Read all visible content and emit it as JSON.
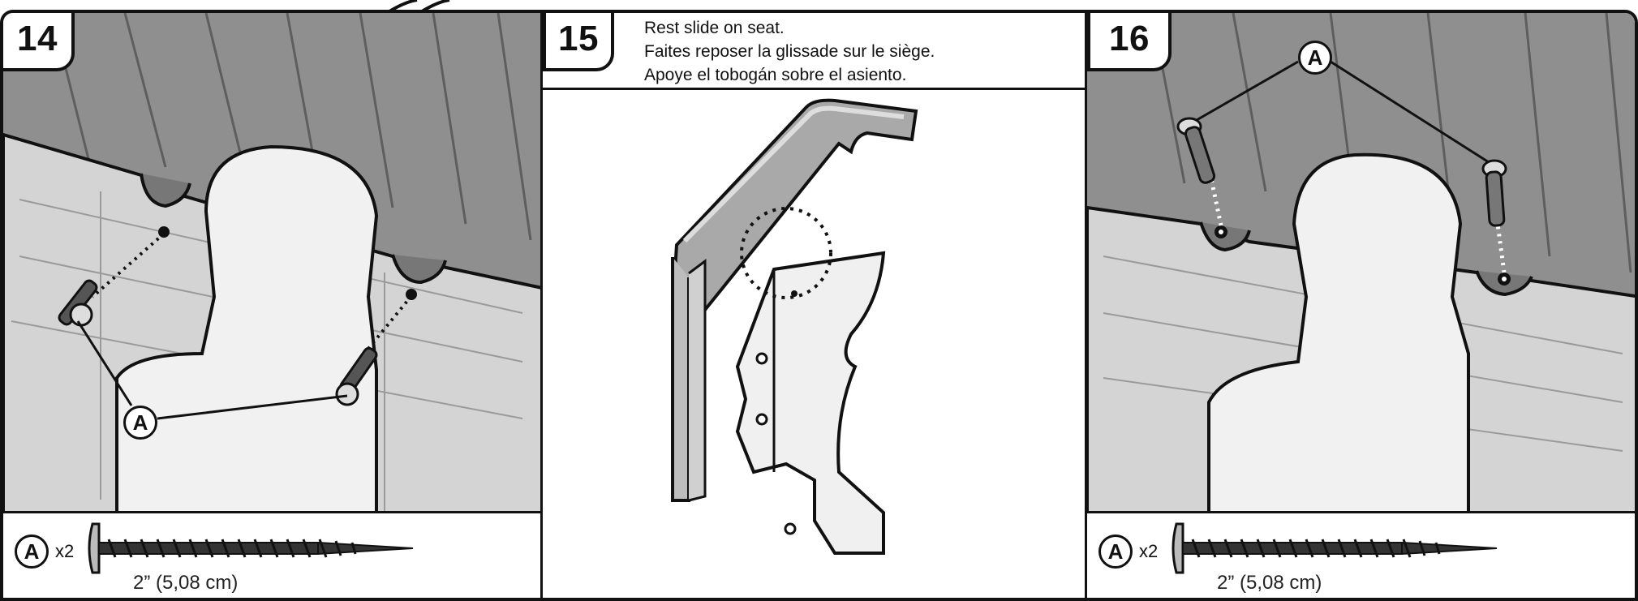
{
  "steps": [
    {
      "number": "14",
      "callout": "A",
      "parts": {
        "callout": "A",
        "qty": "x2",
        "size": "2” (5,08 cm)"
      }
    },
    {
      "number": "15",
      "instructions": [
        "Rest slide on seat.",
        "Faites reposer la glissade sur le siège.",
        "Apoye el tobogán sobre el asiento."
      ]
    },
    {
      "number": "16",
      "callout": "A",
      "parts": {
        "callout": "A",
        "qty": "x2",
        "size": "2” (5,08 cm)"
      }
    }
  ],
  "icons": [
    "screw-icon",
    "slide-icon",
    "playhouse-wall-icon"
  ],
  "colors": {
    "ink": "#111111",
    "roof": "#8a8a8a",
    "wall": "#d9d9d9",
    "seat": "#f2f2f2"
  }
}
